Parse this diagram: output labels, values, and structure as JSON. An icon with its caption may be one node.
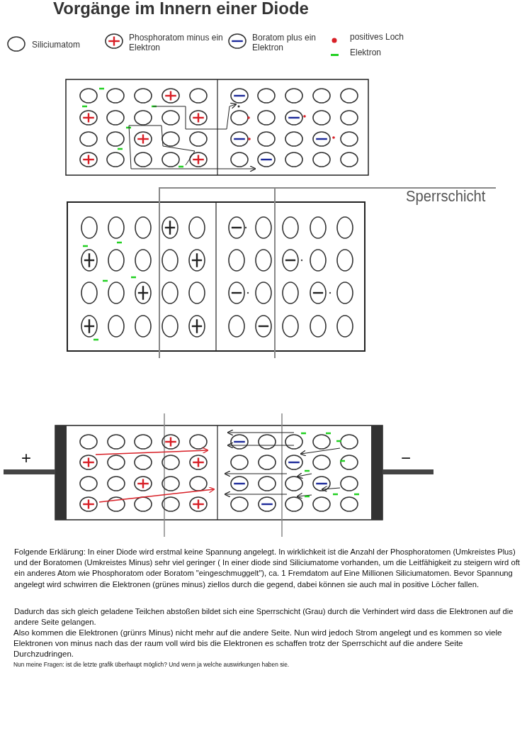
{
  "diagram": {
    "title": "Vorgänge im Innern einer Diode",
    "legend": [
      {
        "text": "Siliciumatom"
      },
      {
        "text": "Phosphoratom minus ein Elektron"
      },
      {
        "text": "Boratom plus ein Elektron"
      },
      {
        "text": "positives Loch",
        "color": "#d81f26"
      },
      {
        "text": "Elektron",
        "color": "#22d022"
      }
    ],
    "labels": [
      "Sperrschicht",
      "+",
      "−",
      "Folgende Erklärung: In einer Diode wird erstmal keine Spannung angelegt. In wirklichkeit ist die Anzahl der Phosphoratomen (Umkreistes Plus) und der Boratomen (Umkreistes Minus) sehr viel geringer ( In einer diode sind Siliciumatome vorhanden, um die Leitfähigkeit zu steigern wird oft ein anderes Atom wie Phosphoratom oder Boratom \"eingeschmuggelt\"), ca. 1 Fremdatom auf Eine Millionen Siliciumatomen. Bevor Spannung angelegt wird schwirren die Elektronen (grünes minus) ziellos durch die gegend, dabei können sie auch mal in positive Löcher fallen.",
      "Dadurch das sich gleich geladene Teilchen abstoßen bildet sich eine Sperrschicht (Grau) durch die Verhindert wird dass die Elektronen auf die andere Seite gelangen.",
      "Also kommen die Elektronen (grünrs Minus) nicht mehr auf die andere Seite. Nun wird jedoch Strom angelegt und es kommen so viele Elektronen von minus nach das der raum voll wird bis die Elektronen es schaffen trotz der Sperrschicht auf die andere Seite Durchzudringen.",
      "Nun meine Fragen: ist die letzte grafik überhaupt möglich? Und wenn ja welche auswirkungen haben sie."
    ]
  }
}
